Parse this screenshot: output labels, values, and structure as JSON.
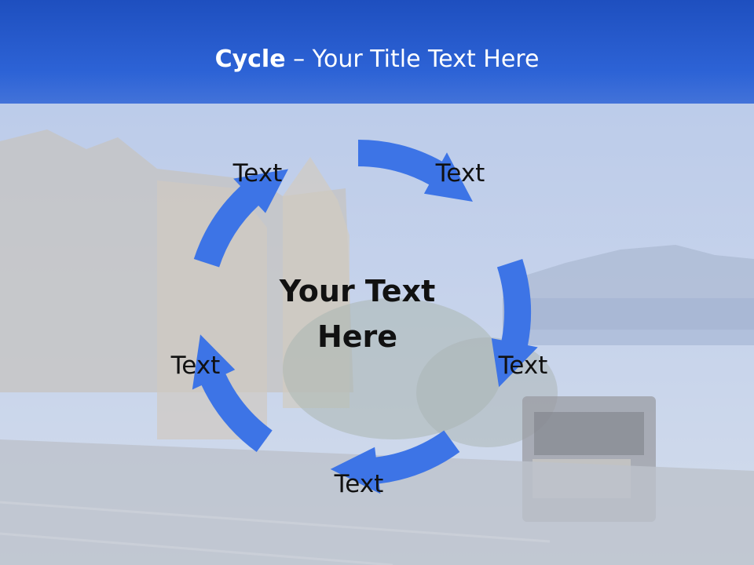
{
  "slide": {
    "title_bold": "Cycle",
    "title_rest": " – Your Title Text Here",
    "center_line1": "Your Text",
    "center_line2": "Here",
    "labels": [
      "Text",
      "Text",
      "Text",
      "Text",
      "Text"
    ]
  },
  "colors": {
    "header": "#2d63d6",
    "arrow": "#3d74e6",
    "text": "#111111"
  }
}
